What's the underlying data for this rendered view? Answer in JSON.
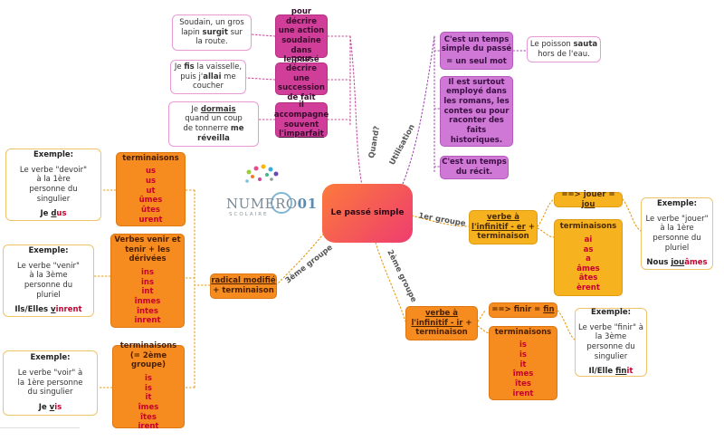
{
  "center": "Le passé simple",
  "edges": {
    "quand": "Quand?",
    "utilisation": "Utilisation",
    "premier": "1er groupe",
    "deuxieme": "2ème groupe",
    "troisieme": "3ème groupe"
  },
  "quand": {
    "n1": {
      "l1": "pour décrire",
      "l2": "une action",
      "l3": "soudaine dans",
      "l4": "le passé"
    },
    "n2": {
      "l1": "pour décrire",
      "l2": "une succession",
      "l3": "de fait"
    },
    "n3": {
      "l1": "il accompagne",
      "l2": "souvent",
      "l3": "l'imparfait"
    },
    "ex1": {
      "a": "Soudain, un gros",
      "b1": "lapin ",
      "b2": "surgit",
      "b3": " sur",
      "c": "la route."
    },
    "ex2": {
      "a1": "Je ",
      "a2": "fis",
      "a3": " la vaisselle,",
      "b1": "puis j'",
      "b2": "allai",
      "b3": " me",
      "c": "coucher"
    },
    "ex3": {
      "a1": "Je ",
      "a2": "dormais",
      "b": "quand un coup",
      "c1": "de tonnerre ",
      "c2": "me",
      "d": "réveilla"
    }
  },
  "utilisation": {
    "n1": {
      "l1": "C'est un temps",
      "l2": "simple du passé",
      "l3": "= un seul mot"
    },
    "n2": {
      "l1": "Il est surtout",
      "l2": "employé dans",
      "l3": "les romans, les",
      "l4": "contes ou pour",
      "l5": "raconter des",
      "l6": "faits",
      "l7": "historiques."
    },
    "n3": {
      "l1": "C'est un temps",
      "l2": "du récit."
    },
    "ex": {
      "a1": "Le poisson ",
      "a2": "sauta",
      "b": "hors de l'eau."
    }
  },
  "g1": {
    "main": {
      "l1": "verbe à",
      "l2": "l'infinitif - er",
      "l3": " +",
      "l4": "terminaison"
    },
    "rule": {
      "a": "==> jouer = ",
      "b": "jou"
    },
    "term_title": "terminaisons",
    "terms": [
      "ai",
      "as",
      "a",
      "âmes",
      "âtes",
      "èrent"
    ],
    "ex": {
      "title": "Exemple:",
      "l1": "Le verbe \"jouer\"",
      "l2": "à la 1ère",
      "l3": "personne du",
      "l4": "pluriel",
      "f1": "Nous ",
      "f2": "jou",
      "f3": "âmes"
    }
  },
  "g2": {
    "main": {
      "l1": "verbe à",
      "l2": "l'infinitif - ir",
      "l3": " +",
      "l4": "terminaison"
    },
    "rule": {
      "a": "==> finir = ",
      "b": "fin"
    },
    "term_title": "terminaisons",
    "terms": [
      "is",
      "is",
      "it",
      "îmes",
      "îtes",
      "irent"
    ],
    "ex": {
      "title": "Exemple:",
      "l1": "Le verbe \"finir\" à",
      "l2": "la 3ème",
      "l3": "personne du",
      "l4": "singulier",
      "f1": "Il/Elle ",
      "f2": "fin",
      "f3": "it"
    }
  },
  "g3": {
    "main": {
      "l1": "radical modifié",
      "l2": "+ terminaison"
    },
    "t1": {
      "title": "terminaisons",
      "terms": [
        "us",
        "us",
        "ut",
        "ûmes",
        "ûtes",
        "urent"
      ]
    },
    "t2": {
      "t1": "Verbes venir et",
      "t2": "tenir + les",
      "t3": "dérivées",
      "terms": [
        "ins",
        "ins",
        "int",
        "înmes",
        "întes",
        "inrent"
      ]
    },
    "t3": {
      "t1": "terminaisons",
      "t2": "(= 2ème groupe)",
      "terms": [
        "is",
        "is",
        "it",
        "îmes",
        "îtes",
        "irent"
      ]
    },
    "ex1": {
      "title": "Exemple:",
      "l1": "Le verbe \"devoir\"",
      "l2": "à la 1ère",
      "l3": "personne du",
      "l4": "singulier",
      "f1": "Je ",
      "f2": "d",
      "f3": "us"
    },
    "ex2": {
      "title": "Exemple:",
      "l1": "Le verbe \"venir\"",
      "l2": "à la 3ème",
      "l3": "personne du",
      "l4": "pluriel",
      "f1": "Ils/Elles ",
      "f2": "v",
      "f3": "inrent"
    },
    "ex3": {
      "title": "Exemple:",
      "l1": "Le verbe \"voir\" à",
      "l2": "la 1ère personne",
      "l3": "du singulier",
      "f1": "Je ",
      "f2": "v",
      "f3": "is"
    }
  },
  "logo": {
    "word": "NUMERO",
    "num": "01",
    "sub": "SCOLAIRE"
  },
  "colors": {
    "magenta": "#d03e9a",
    "violet": "#cf78d6",
    "yellow": "#f6b31f",
    "orange": "#f68c1f",
    "center": "#f25a55",
    "red": "#c7002e"
  }
}
